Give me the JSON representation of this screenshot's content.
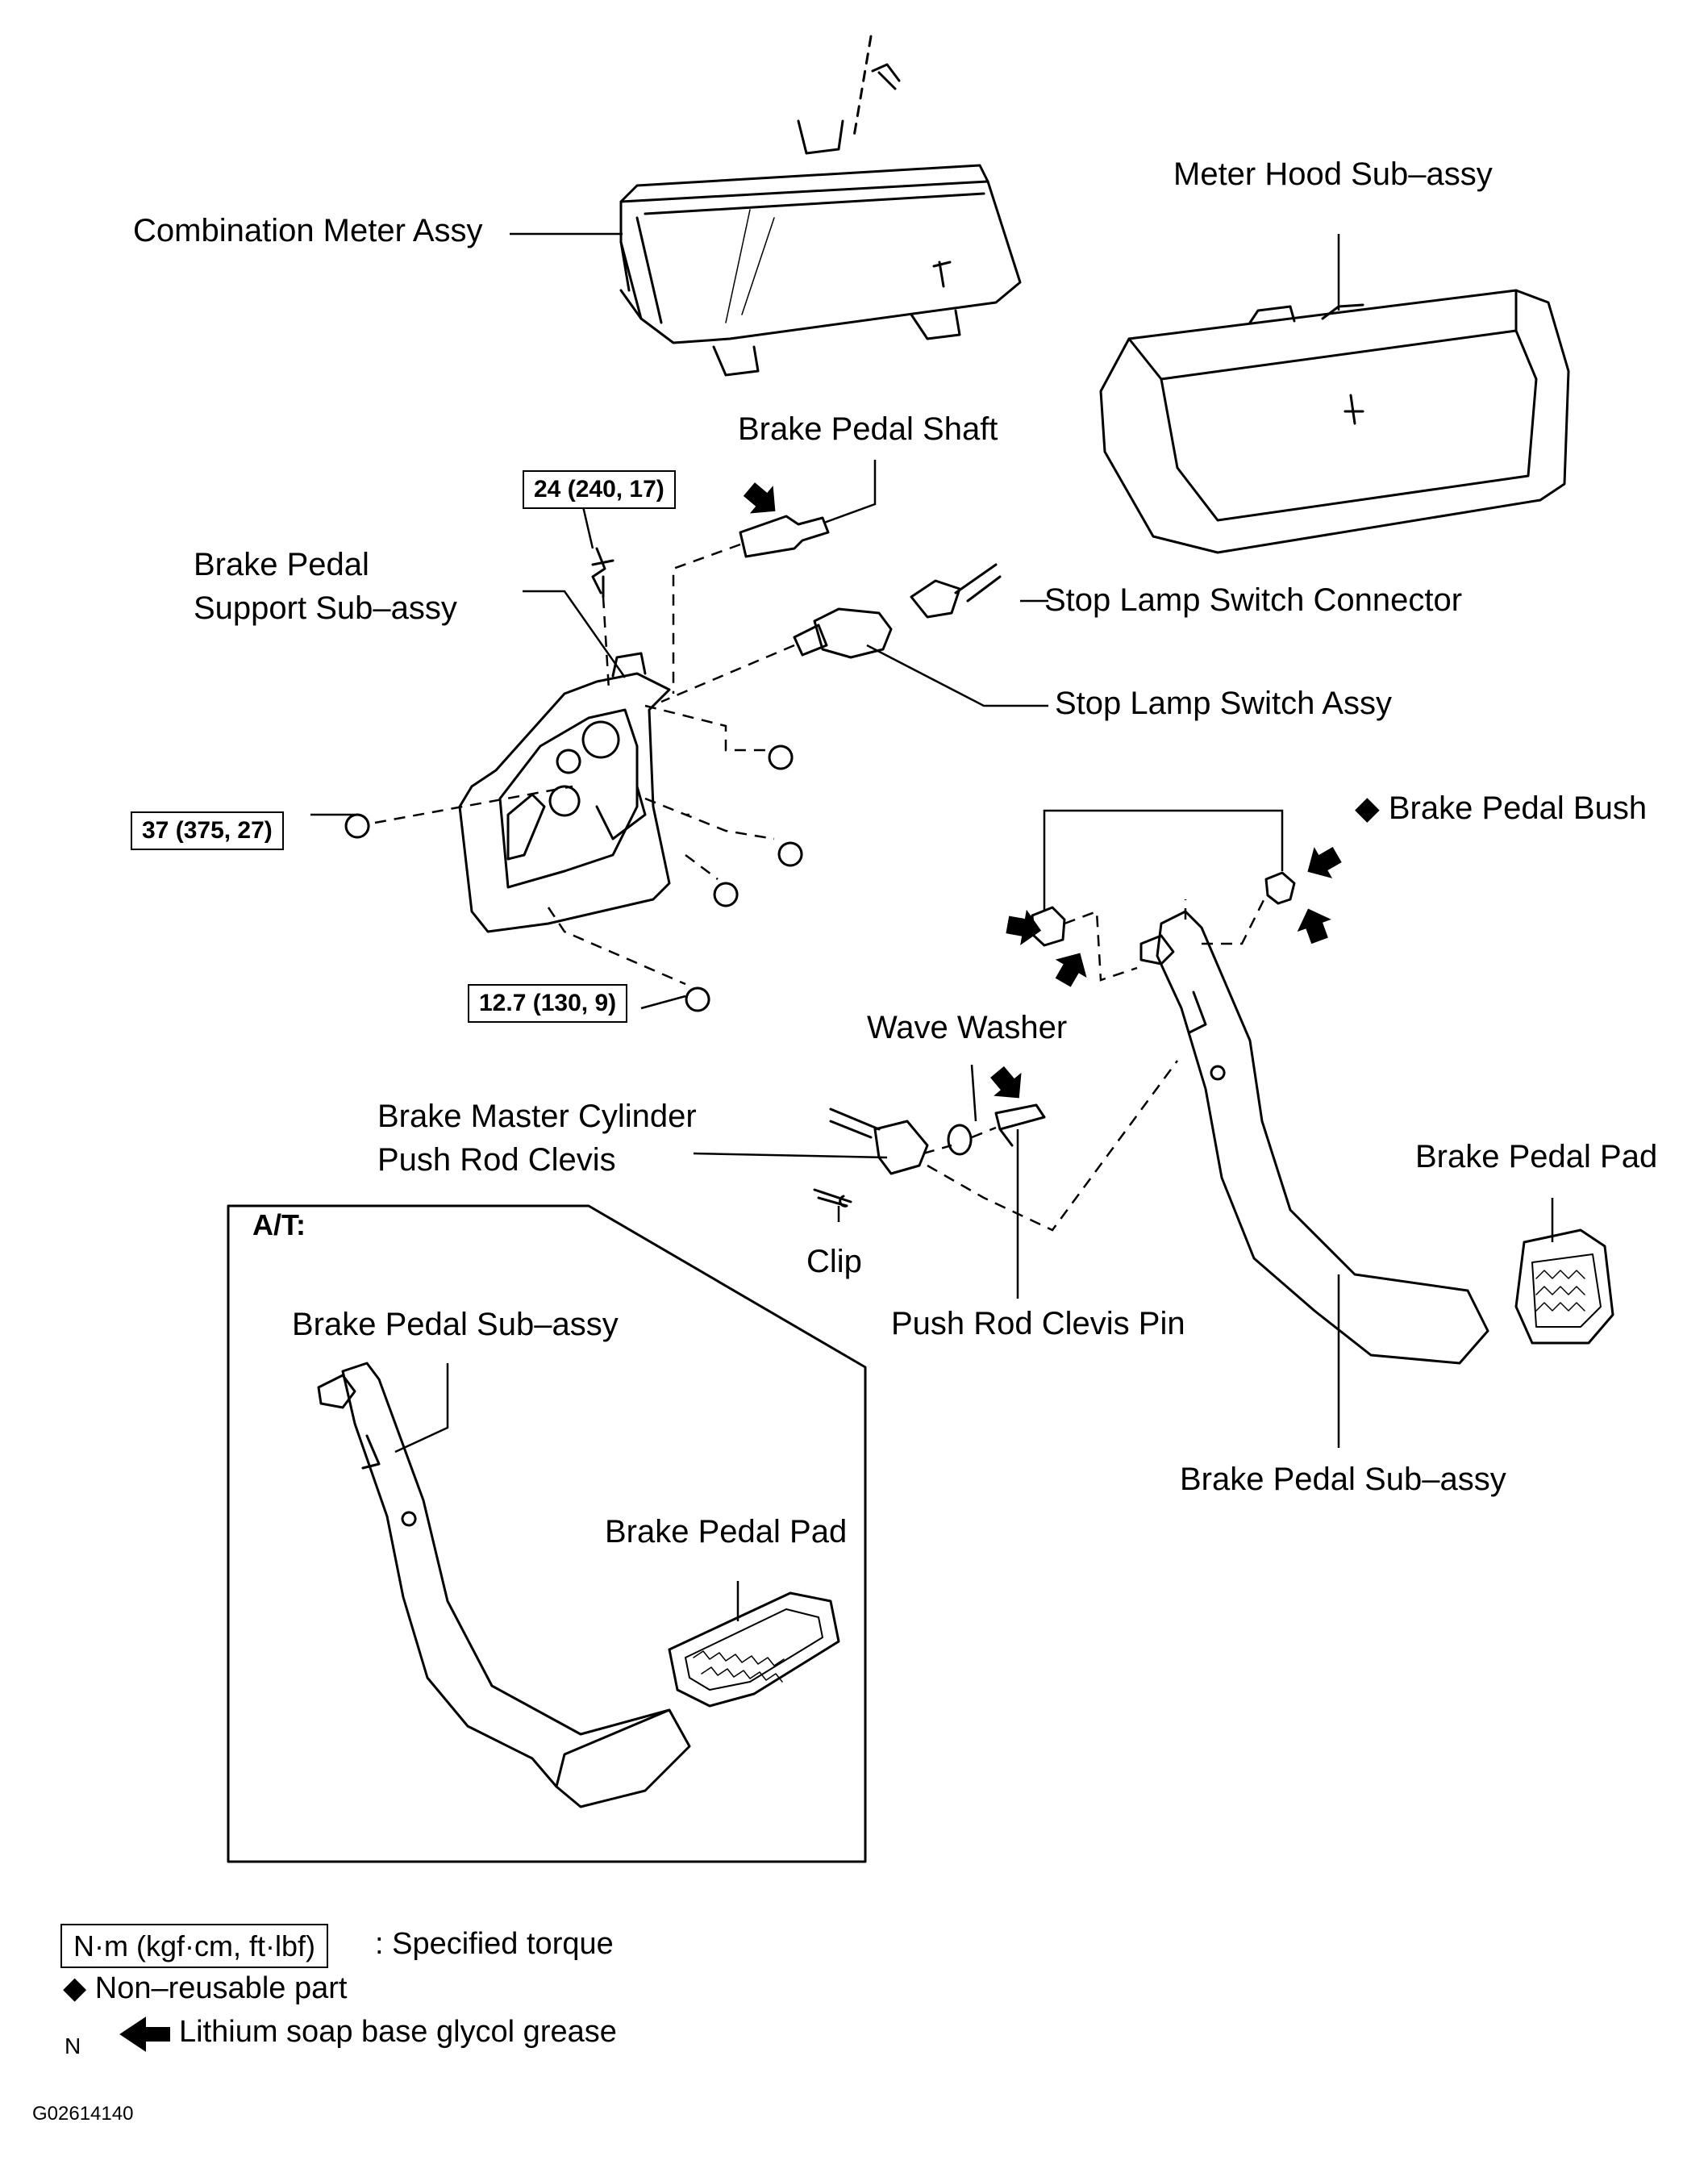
{
  "labels": {
    "combination_meter": "Combination Meter Assy",
    "meter_hood": "Meter Hood Sub–assy",
    "brake_pedal_shaft": "Brake Pedal Shaft",
    "support_line1": "Brake Pedal",
    "support_line2": "Support Sub–assy",
    "stop_lamp_connector": "Stop Lamp Switch Connector",
    "stop_lamp_switch": "Stop Lamp Switch Assy",
    "brake_pedal_bush": "◆ Brake Pedal Bush",
    "wave_washer": "Wave Washer",
    "clevis_line1": "Brake Master Cylinder",
    "clevis_line2": "Push Rod Clevis",
    "brake_pedal_pad_main": "Brake Pedal Pad",
    "clip": "Clip",
    "push_rod_clevis_pin": "Push Rod Clevis Pin",
    "brake_pedal_sub_main": "Brake Pedal Sub–assy",
    "at_header": "A/T:",
    "at_brake_pedal_sub": "Brake Pedal Sub–assy",
    "at_brake_pedal_pad": "Brake Pedal Pad"
  },
  "torques": {
    "t1": "24 (240, 17)",
    "t2": "37 (375, 27)",
    "t3": "12.7 (130, 9)"
  },
  "legend": {
    "torque_box": "N·m (kgf·cm, ft·lbf)",
    "torque_text": ": Specified torque",
    "nonreusable": "◆ Non–reusable part",
    "grease": "Lithium soap base glycol grease",
    "north": "N"
  },
  "figure_id": "G02614140"
}
